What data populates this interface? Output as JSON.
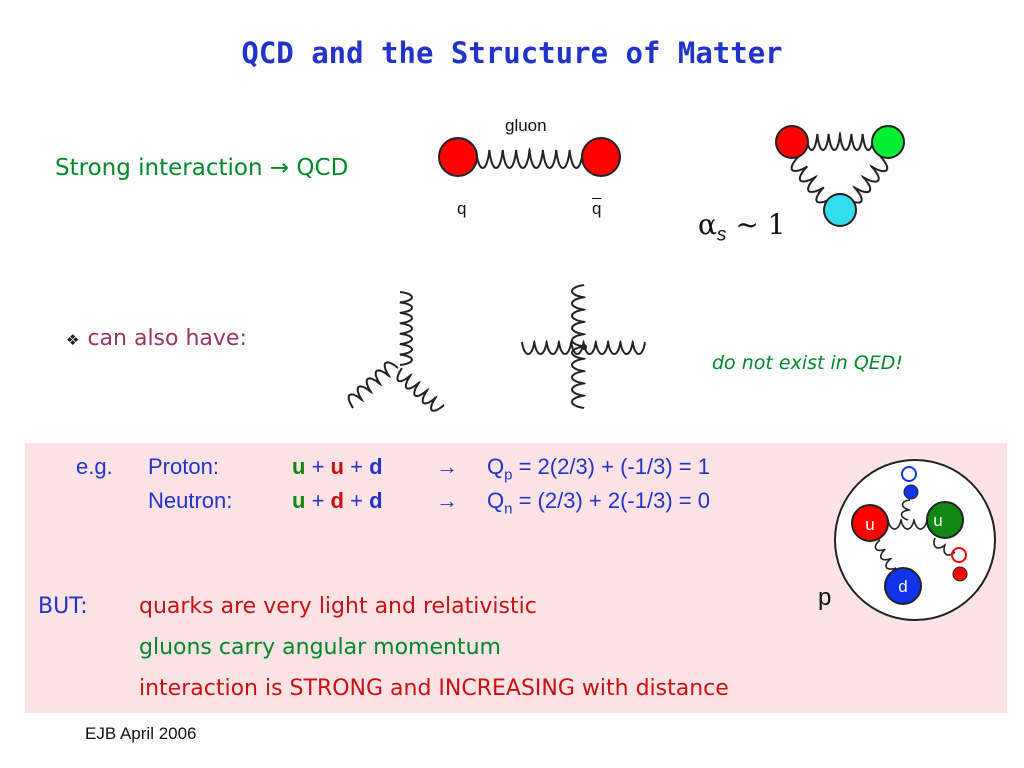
{
  "title": "QCD and the Structure of Matter",
  "strong_interaction": "Strong interaction → QCD",
  "diagram": {
    "gluon_label": "gluon",
    "quark_label": "q",
    "antiquark_label": "q",
    "coupling_symbol": "α",
    "coupling_subscript": "s",
    "coupling_relation": " ~ 1"
  },
  "can_also_have": "can also have:",
  "bullet": "❖",
  "not_in_qed": "do not exist in QED!",
  "examples": {
    "eg": "e.g.",
    "proton": {
      "name": "Proton:",
      "q1": "u",
      "plus1": " + ",
      "q2": "u",
      "plus2": " + ",
      "q3": "d",
      "arrow": "→",
      "charge_symbol": "Q",
      "charge_sub": "p",
      "charge_expr": " = 2(2/3) + (-1/3) = 1"
    },
    "neutron": {
      "name": "Neutron:",
      "q1": "u",
      "plus1": " + ",
      "q2": "d",
      "plus2": " + ",
      "q3": "d",
      "arrow": "→",
      "charge_symbol": "Q",
      "charge_sub": "n",
      "charge_expr": " = (2/3) + 2(-1/3) = 0"
    }
  },
  "but": {
    "label": "BUT:",
    "line1": "quarks are very light and relativistic",
    "line2": "gluons carry angular momentum",
    "line3": "interaction is STRONG  and INCREASING with distance"
  },
  "proton_diagram": {
    "label": "p",
    "quark_u1": "u",
    "quark_u2": "u",
    "quark_d": "d"
  },
  "footer": "EJB April 2006",
  "colors": {
    "title_blue": "#2233cc",
    "green": "#00882a",
    "red": "#cc1111",
    "purple": "#993366",
    "panel_pink": "#fde3e5",
    "quark_red": "#ff0000",
    "quark_green": "#00ee33",
    "quark_cyan": "#33ddee",
    "quark_blue": "#1133ee"
  }
}
